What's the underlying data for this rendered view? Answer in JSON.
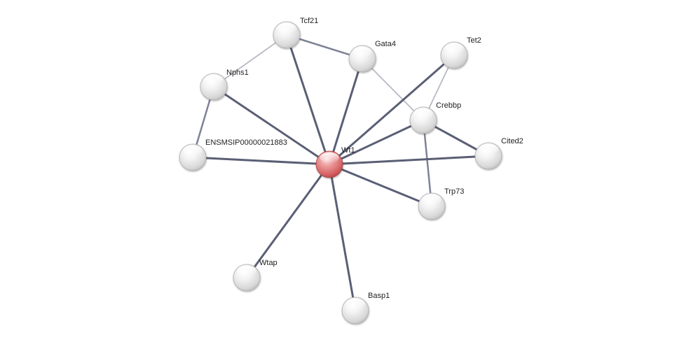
{
  "colors": {
    "background": "#ffffff",
    "node_default": "#e6e6e6",
    "node_query": "#e0787a",
    "edge_strong": "#5a5f75",
    "edge_medium": "#7e8296",
    "edge_weak": "#b8bac4",
    "label": "#222222"
  },
  "network": {
    "query_protein": "Wt1",
    "nodes": [
      {
        "id": "wt1",
        "label": "Wt1",
        "query": true
      },
      {
        "id": "tcf21",
        "label": "Tcf21",
        "query": false
      },
      {
        "id": "gata4",
        "label": "Gata4",
        "query": false
      },
      {
        "id": "tet2",
        "label": "Tet2",
        "query": false
      },
      {
        "id": "nphs1",
        "label": "Nphs1",
        "query": false
      },
      {
        "id": "crebbp",
        "label": "Crebbp",
        "query": false
      },
      {
        "id": "ensmsip",
        "label": "ENSMSIP00000021883",
        "query": false
      },
      {
        "id": "cited2",
        "label": "Cited2",
        "query": false
      },
      {
        "id": "trp73",
        "label": "Trp73",
        "query": false
      },
      {
        "id": "wtap",
        "label": "Wtap",
        "query": false
      },
      {
        "id": "basp1",
        "label": "Basp1",
        "query": false
      }
    ],
    "edges": [
      {
        "source": "tcf21",
        "target": "nphs1",
        "strength": "weak"
      },
      {
        "source": "tcf21",
        "target": "gata4",
        "strength": "medium"
      },
      {
        "source": "gata4",
        "target": "crebbp",
        "strength": "weak"
      },
      {
        "source": "tet2",
        "target": "crebbp",
        "strength": "weak"
      },
      {
        "source": "nphs1",
        "target": "ensmsip",
        "strength": "medium"
      },
      {
        "source": "crebbp",
        "target": "cited2",
        "strength": "strong"
      },
      {
        "source": "crebbp",
        "target": "trp73",
        "strength": "medium"
      },
      {
        "source": "wt1",
        "target": "tcf21",
        "strength": "strong"
      },
      {
        "source": "wt1",
        "target": "gata4",
        "strength": "strong"
      },
      {
        "source": "wt1",
        "target": "tet2",
        "strength": "strong"
      },
      {
        "source": "wt1",
        "target": "nphs1",
        "strength": "strong"
      },
      {
        "source": "wt1",
        "target": "crebbp",
        "strength": "strong"
      },
      {
        "source": "wt1",
        "target": "ensmsip",
        "strength": "strong"
      },
      {
        "source": "wt1",
        "target": "cited2",
        "strength": "strong"
      },
      {
        "source": "wt1",
        "target": "trp73",
        "strength": "strong"
      },
      {
        "source": "wt1",
        "target": "wtap",
        "strength": "strong"
      },
      {
        "source": "wt1",
        "target": "basp1",
        "strength": "strong"
      }
    ]
  }
}
